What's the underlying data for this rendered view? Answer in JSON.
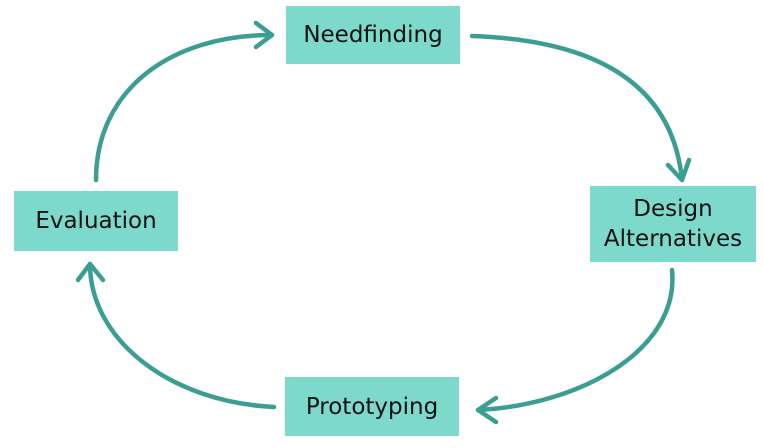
{
  "diagram": {
    "nodes": [
      {
        "id": "needfinding",
        "lines": [
          "Needfinding"
        ]
      },
      {
        "id": "design-alternatives",
        "lines": [
          "Design",
          "Alternatives"
        ]
      },
      {
        "id": "prototyping",
        "lines": [
          "Prototyping"
        ]
      },
      {
        "id": "evaluation",
        "lines": [
          "Evaluation"
        ]
      }
    ],
    "edges": [
      {
        "from": "needfinding",
        "to": "design-alternatives"
      },
      {
        "from": "design-alternatives",
        "to": "prototyping"
      },
      {
        "from": "prototyping",
        "to": "evaluation"
      },
      {
        "from": "evaluation",
        "to": "needfinding"
      }
    ],
    "colors": {
      "node_fill": "#7cd9cc",
      "arrow": "#3a9e92",
      "text": "#111111"
    }
  }
}
